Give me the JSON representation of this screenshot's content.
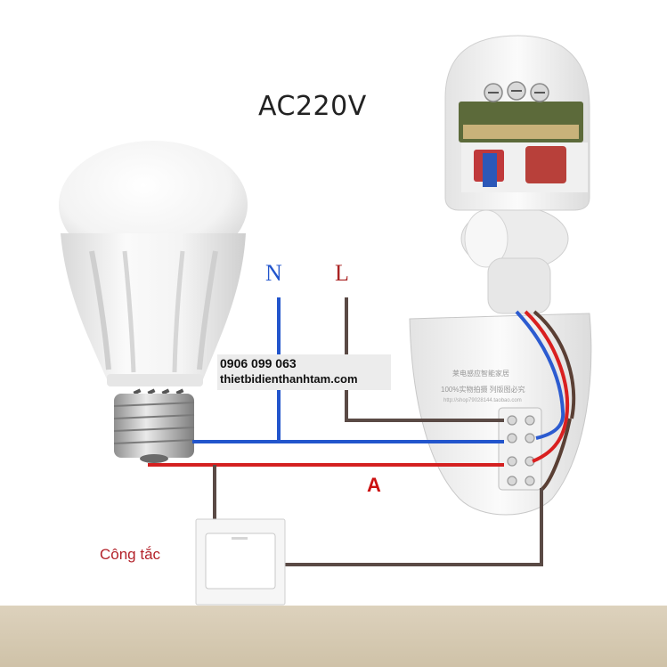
{
  "diagram": {
    "title": "AC220V",
    "neutral_label": "N",
    "live_label": "L",
    "load_wire_label": "A",
    "switch_label": "Công tắc",
    "contact": {
      "phone": "0906 099 063",
      "website": "thietbidienthanhtam.com"
    },
    "sensor_printed_text": {
      "line1": "莱电感应智能家居",
      "line2": "100%实物拍摄  列版图必究",
      "line3": "http://shop79028144.taobao.com"
    }
  },
  "colors": {
    "neutral_wire": "#2255cc",
    "live_wire": "#5a4a45",
    "load_wire": "#d42020",
    "floor": "#d8ccb6"
  },
  "icons": [
    "light-bulb-icon",
    "motion-sensor-icon",
    "wall-switch-icon"
  ]
}
